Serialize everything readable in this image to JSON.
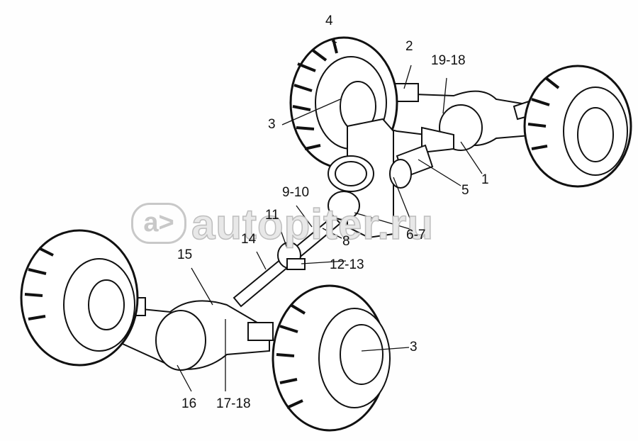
{
  "watermark": {
    "text": "autopiter.ru",
    "logo": "a>"
  },
  "callouts": {
    "c4": "4",
    "c2": "2",
    "c19_18": "19-18",
    "c3_top": "3",
    "c1": "1",
    "c5": "5",
    "c9_10": "9-10",
    "c11": "11",
    "c8": "8",
    "c6_7": "6-7",
    "c14": "14",
    "c12_13": "12-13",
    "c15": "15",
    "c3_bottom": "3",
    "c16": "16",
    "c17_18": "17-18"
  }
}
